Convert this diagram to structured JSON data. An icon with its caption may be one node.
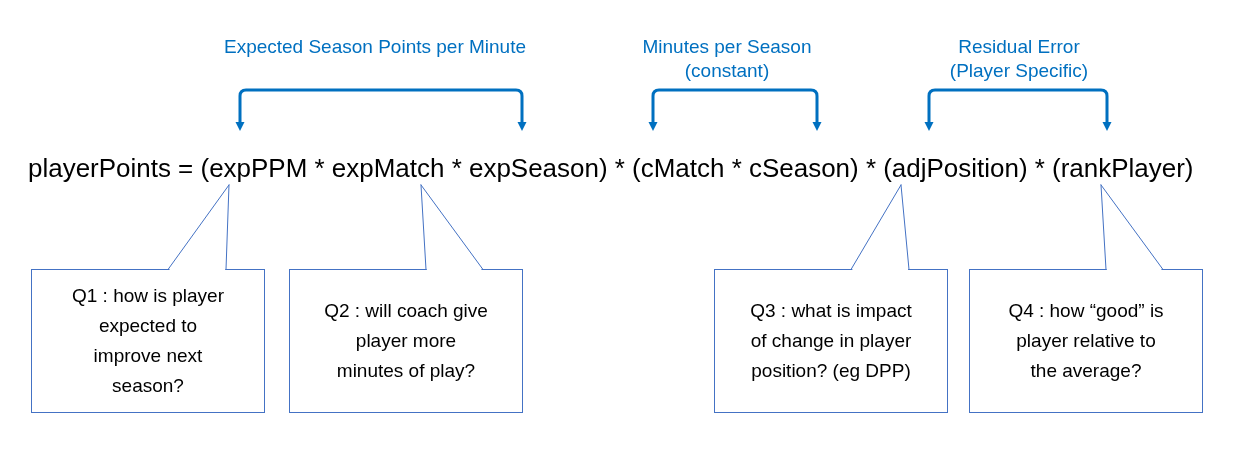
{
  "diagram": {
    "nodes": [
      {
        "text": [
          "playerPoints = (expPPM * expMatch * expSeason) * (cMatch * cSeason) * (adjPosition) * (rankPlayer)"
        ]
      },
      {
        "text": [
          "Q1 : how is player expected to improve next season?"
        ]
      },
      {
        "text": [
          "Q2 : will coach give player more minutes of play?"
        ]
      },
      {
        "text": [
          "Q3 : what is impact of change in player position? (eg DPP)"
        ]
      },
      {
        "text": [
          "Q4 : how “good” is player relative to the average?"
        ]
      }
    ],
    "edges": [
      {
        "from": 1,
        "to": 0,
        "arrow": "none"
      },
      {
        "from": 2,
        "to": 0,
        "arrow": "none"
      },
      {
        "from": 3,
        "to": 0,
        "arrow": "none"
      },
      {
        "from": 4,
        "to": 0,
        "arrow": "none"
      }
    ],
    "labels": [
      "Expected Season Points per Minute",
      "Minutes per Season (constant)",
      "Residual Error (Player Specific)"
    ]
  }
}
